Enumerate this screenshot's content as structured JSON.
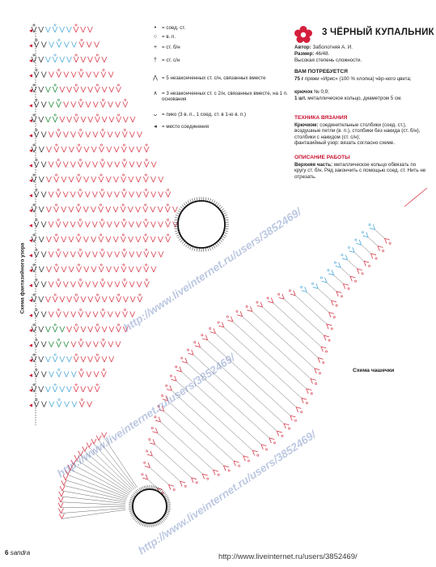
{
  "title": {
    "number": "3",
    "text": "ЧЁРНЫЙ КУПАЛЬНИК"
  },
  "info": {
    "author_label": "Автор:",
    "author_value": "Заболотняя А. И.",
    "size_label": "Размер:",
    "size_value": "46/48.",
    "difficulty": "Высокая степень сложности."
  },
  "materials": {
    "heading": "ВАМ ПОТРЕБУЕТСЯ",
    "yarn_bold": "75 г",
    "yarn_text": "пряжи «Ирис» (100 % хлопка) чёр-ного цвета;",
    "hook_bold": "крючок",
    "hook_text": "№ 0,9;",
    "ring_bold": "1 шт.",
    "ring_text": "металлическое кольцо, диаметром 5 см."
  },
  "technique": {
    "heading": "ТЕХНИКА ВЯЗАНИЯ",
    "hook_label": "Крючком:",
    "text": "соединительные столбики (соед. ст.), воздушные петли (в. п.), столбики без накида (ст. б/н), столбики с накидом (ст. с/н);",
    "pattern": "фантазийный узор: вязать согласно схеме."
  },
  "description": {
    "heading": "ОПИСАНИЕ РАБОТЫ",
    "part_label": "Верхняя часть:",
    "text": "металлическое кольцо обвязать по кругу ст. б/н. Ряд закончить с помощью соед. ст. Нить не отрезать."
  },
  "legend": [
    {
      "symbol": "•",
      "text": "= соед. ст."
    },
    {
      "symbol": "○",
      "text": "= в. п."
    },
    {
      "symbol": "+",
      "text": "= ст. б/н"
    },
    {
      "symbol": "†",
      "text": "= ст. с/н"
    },
    {
      "symbol": "⋀",
      "text": "= 5 незаконченных ст. с/н, связанных вместе"
    },
    {
      "symbol": "∧",
      "text": "= 3 незаконченных ст. с 2/н, связанных вместе, на 1 п. основания"
    },
    {
      "symbol": "ᴗ",
      "text": "= пико (3 в. п., 1 соед. ст. в 1-ю в. п.)"
    },
    {
      "symbol": "◂",
      "text": "= место соединения"
    }
  ],
  "labels": {
    "pattern_scheme": "Схема фантазийного узора",
    "cup_scheme": "Схема чашечки"
  },
  "page": {
    "number": "6",
    "magazine": "sandra"
  },
  "watermark": "http://www.liveinternet.ru/users/3852469/",
  "colors": {
    "accent_red": "#c8102e",
    "stitch_red": "#d63a4a",
    "stitch_green": "#1f8a3a",
    "stitch_blue": "#4aa8d8",
    "stitch_dark": "#333333"
  }
}
